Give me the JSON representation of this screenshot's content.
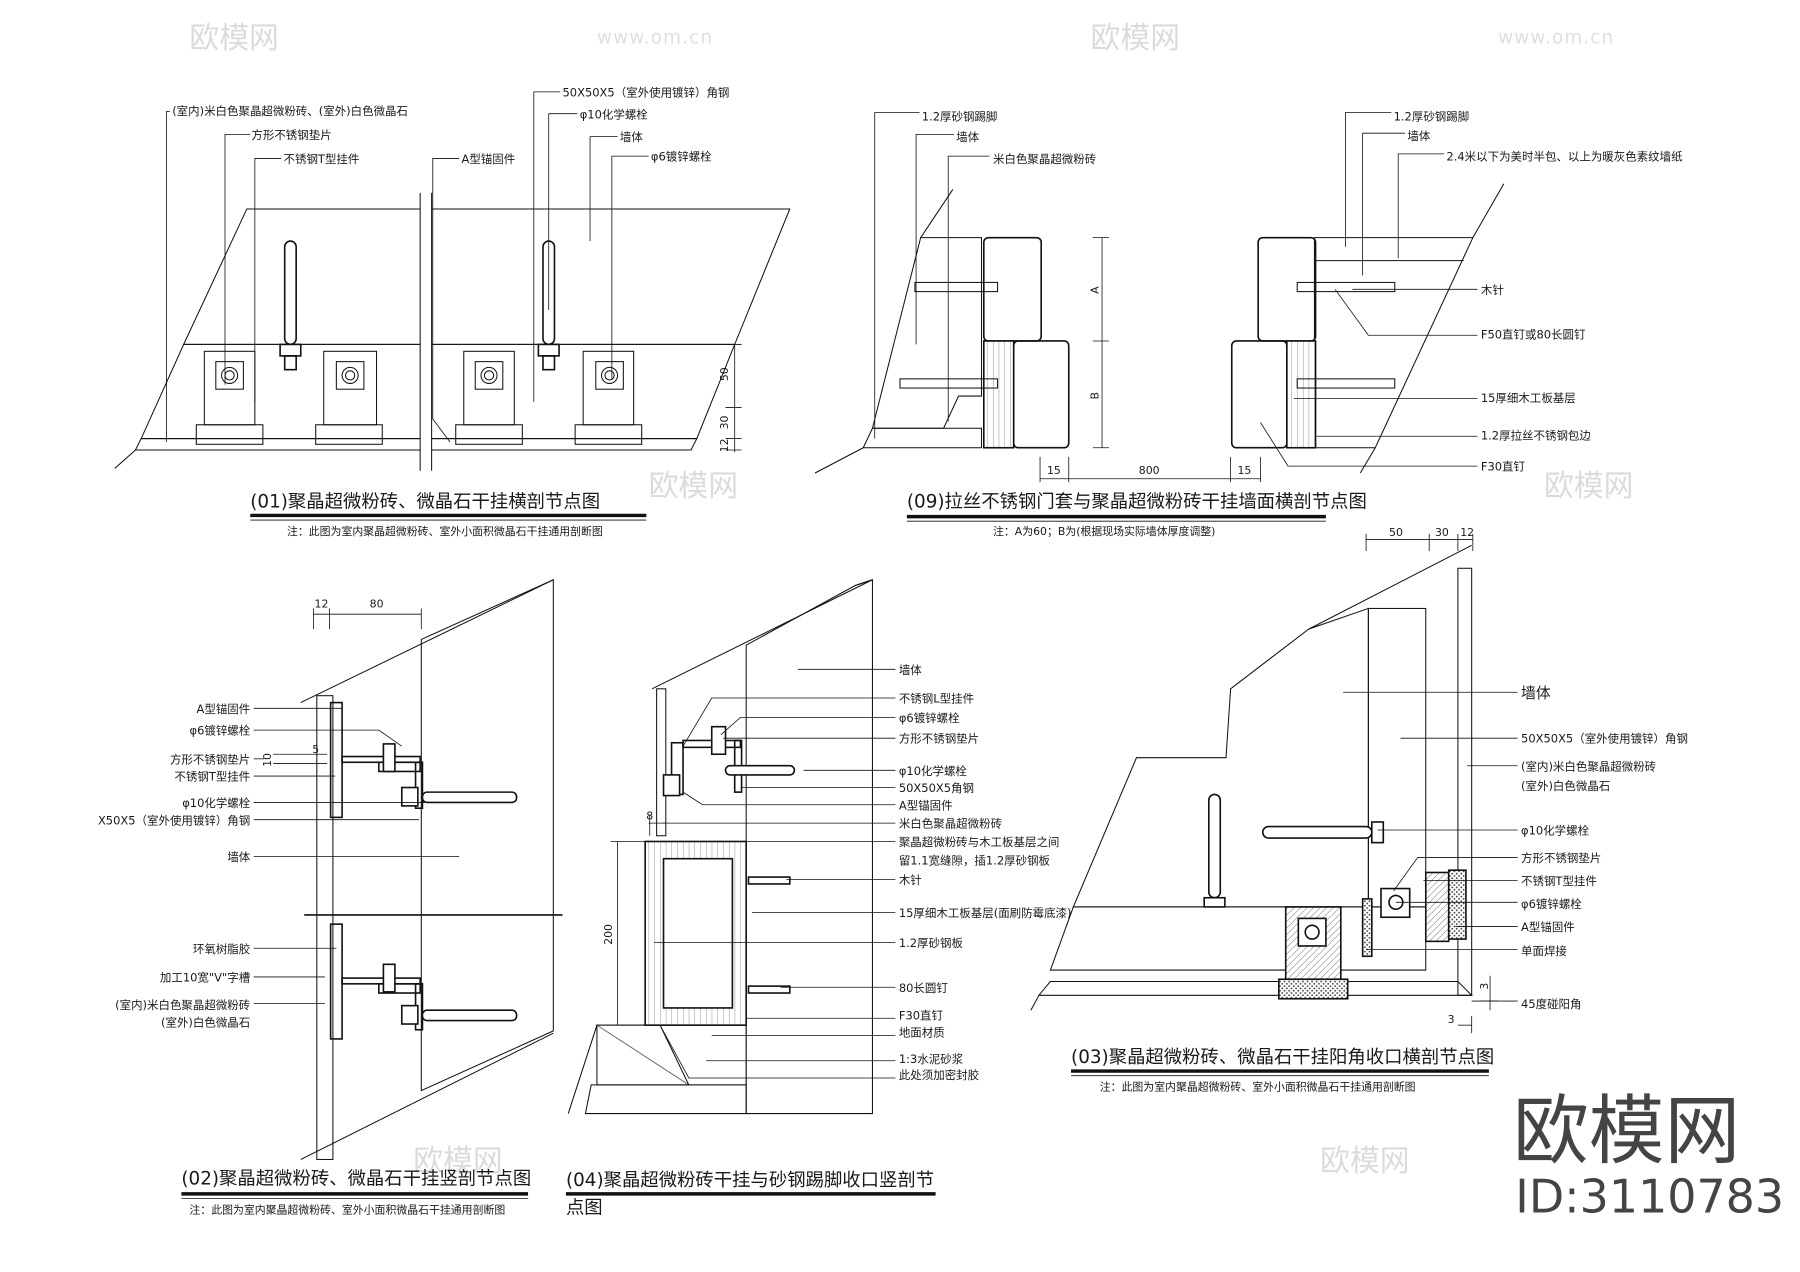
{
  "d01": {
    "title": "(01)聚晶超微粉砖、微晶石干挂横剖节点图",
    "note": "注：此图为室内聚晶超微粉砖、室外小面积微晶石干挂通用剖断图",
    "labels": [
      "(室内)米白色聚晶超微粉砖、(室外)白色微晶石",
      "方形不锈钢垫片",
      "不锈钢T型挂件",
      "A型锚固件",
      "50X50X5（室外使用镀锌）角钢",
      "φ10化学螺栓",
      "墙体",
      "φ6镀锌螺栓"
    ],
    "dims": [
      "50",
      "30",
      "12"
    ]
  },
  "d09": {
    "title": "(09)拉丝不锈钢门套与聚晶超微粉砖干挂墙面横剖节点图",
    "note": "注：A为60；B为(根据现场实际墙体厚度调整)",
    "labels": [
      "1.2厚砂钢踢脚",
      "墙体",
      "米白色聚晶超微粉砖",
      "1.2厚砂钢踢脚",
      "墙体",
      "2.4米以下为美时半包、以上为暖灰色素纹墙纸",
      "木针",
      "F50直钉或80长圆钉",
      "15厚细木工板基层",
      "1.2厚拉丝不锈钢包边",
      "F30直钉"
    ],
    "dims": [
      "A",
      "B",
      "15",
      "800",
      "15"
    ]
  },
  "d02": {
    "title": "(02)聚晶超微粉砖、微晶石干挂竖剖节点图",
    "note": "注：此图为室内聚晶超微粉砖、室外小面积微晶石干挂通用剖断图",
    "labels": [
      "A型锚固件",
      "φ6镀锌螺栓",
      "方形不锈钢垫片",
      "不锈钢T型挂件",
      "φ10化学螺栓",
      "X50X5（室外使用镀锌）角钢",
      "墙体",
      "环氧树脂胶",
      "加工10宽\"V\"字槽",
      "(室内)米白色聚晶超微粉砖",
      "(室外)白色微晶石"
    ],
    "dims": [
      "12",
      "80",
      "5",
      "10"
    ]
  },
  "d04": {
    "title": "(04)聚晶超微粉砖干挂与砂钢踢脚收口竖剖节",
    "title_line2": "点图",
    "labels": [
      "墙体",
      "不锈钢L型挂件",
      "φ6镀锌螺栓",
      "方形不锈钢垫片",
      "φ10化学螺栓",
      "50X50X5角钢",
      "A型锚固件",
      "米白色聚晶超微粉砖",
      "聚晶超微粉砖与木工板基层之间",
      "留1.1宽缝隙，插1.2厚砂钢板",
      "木针",
      "15厚细木工板基层(面刷防霉底漆)",
      "1.2厚砂钢板",
      "80长圆钉",
      "F30直钉",
      "地面材质",
      "1:3水泥砂浆",
      "此处须加密封胶"
    ],
    "dims": [
      "8",
      "200"
    ]
  },
  "d03": {
    "title": "(03)聚晶超微粉砖、微晶石干挂阳角收口横剖节点图",
    "note": "注：此图为室内聚晶超微粉砖、室外小面积微晶石干挂通用剖断图",
    "labels": [
      "墙体",
      "50X50X5（室外使用镀锌）角钢",
      "(室内)米白色聚晶超微粉砖",
      "(室外)白色微晶石",
      "φ10化学螺栓",
      "方形不锈钢垫片",
      "不锈钢T型挂件",
      "φ6镀锌螺栓",
      "A型锚固件",
      "单面焊接",
      "45度碰阳角"
    ],
    "dims": [
      "50",
      "30",
      "12",
      "3",
      "3"
    ]
  },
  "brand": {
    "logo": "欧模网",
    "id": "ID:3110783",
    "watermark_url": "www.om.cn"
  },
  "colors": {
    "ink": "#111111",
    "watermark": "#d8d8d8",
    "logo": "#444444"
  }
}
